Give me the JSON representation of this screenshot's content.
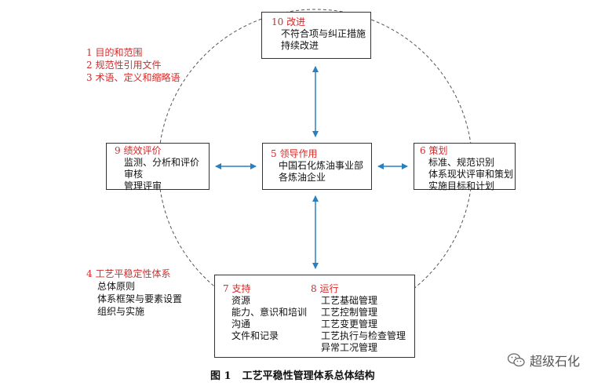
{
  "boxes": {
    "improve": {
      "title": "10 改进",
      "items": [
        "不符合项与纠正措施",
        "持续改进"
      ]
    },
    "leadership": {
      "title": "5 领导作用",
      "items": [
        "中国石化炼油事业部",
        "各炼油企业"
      ]
    },
    "evaluation": {
      "title": "9 绩效评价",
      "items": [
        "监测、分析和评价",
        "审核",
        "管理评审"
      ]
    },
    "planning": {
      "title": "6 策划",
      "items": [
        "标准、规范识别",
        "体系现状评审和策划",
        "实施目标和计划"
      ]
    },
    "support": {
      "title": "7 支持",
      "items": [
        "资源",
        "能力、意识和培训",
        "沟通",
        "文件和记录"
      ]
    },
    "operation": {
      "title": "8 运行",
      "items": [
        "工艺基础管理",
        "工艺控制管理",
        "工艺变更管理",
        "工艺执行与检查管理",
        "异常工况管理"
      ]
    }
  },
  "side_top": [
    "1 目的和范围",
    "2 规范性引用文件",
    "3 术语、定义和缩略语"
  ],
  "side_bottom": {
    "title": "4 工艺平稳定性体系",
    "items": [
      "总体原则",
      "体系框架与要素设置",
      "组织与实施"
    ]
  },
  "caption": {
    "figure_label": "图 1",
    "title": "工艺平稳性管理体系总体结构"
  },
  "watermark": {
    "text": "超级石化",
    "icon": "wechat-icon"
  },
  "colors": {
    "accent_red": "#d42a2a",
    "arrow_blue": "#2a7fbf",
    "border": "#333333",
    "circle": "#555555"
  }
}
